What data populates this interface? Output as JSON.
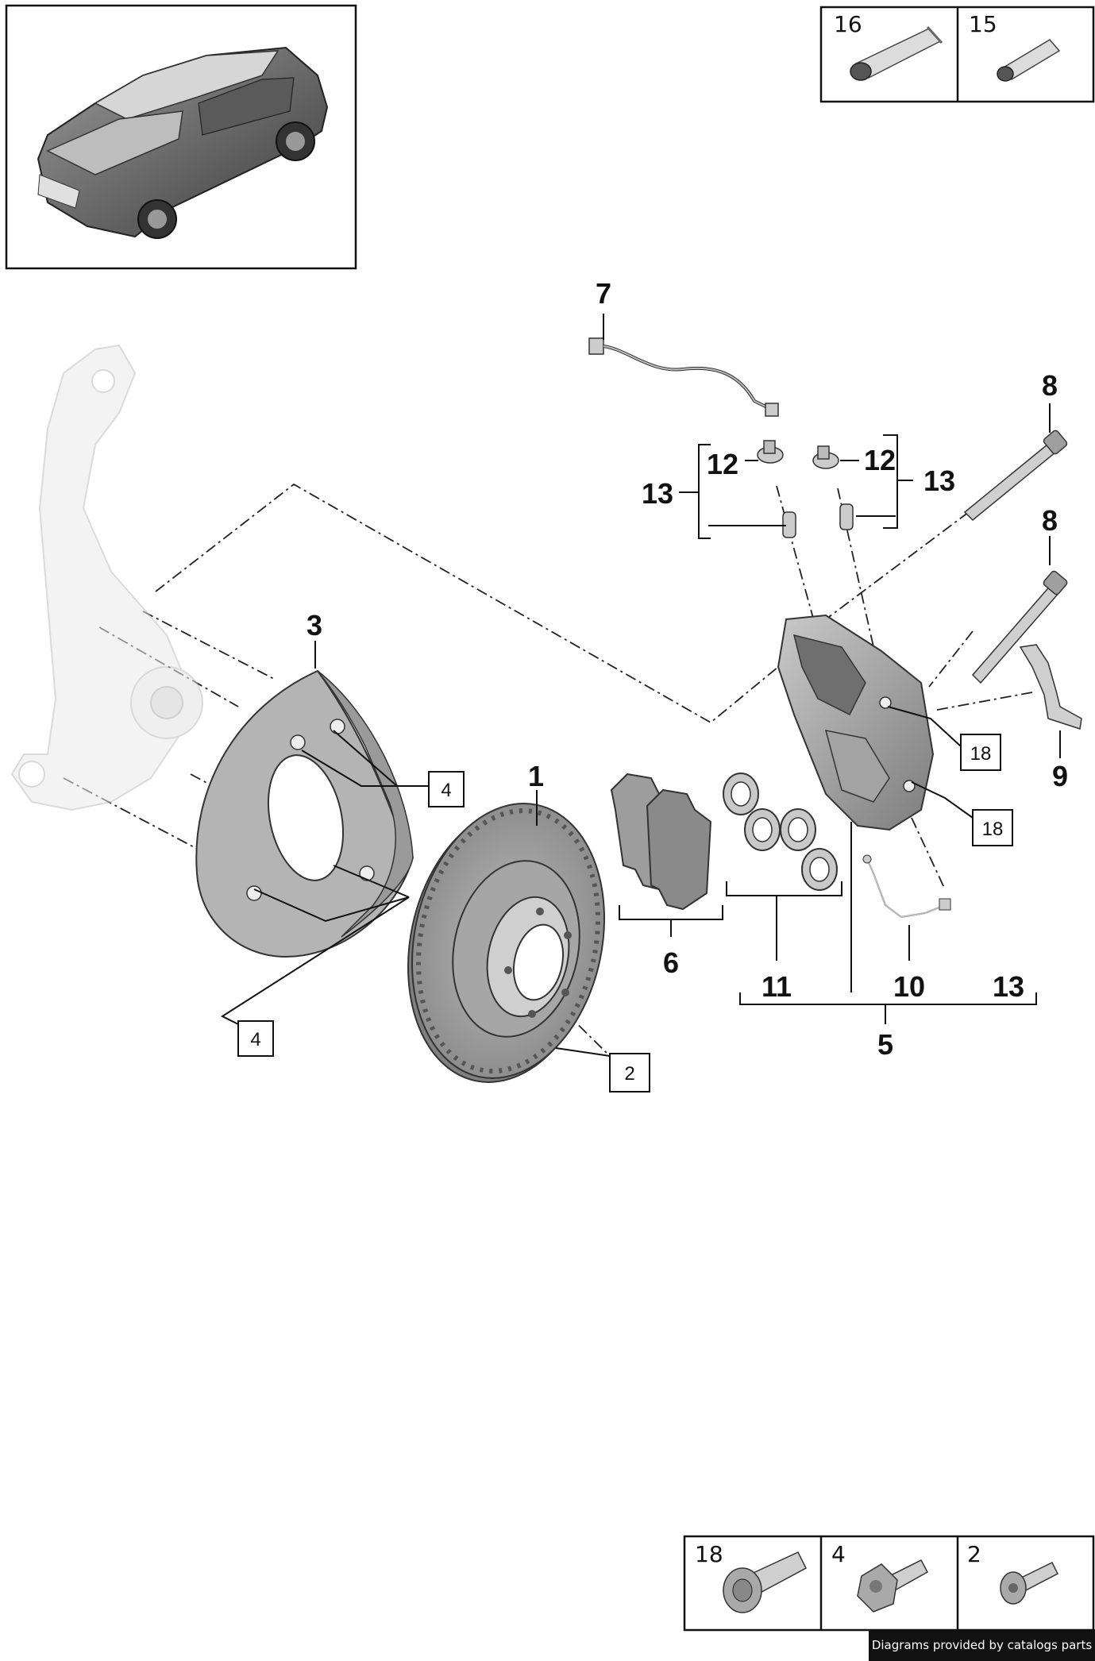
{
  "diagram": {
    "callouts": {
      "c1": "1",
      "c3": "3",
      "c5": "5",
      "c6": "6",
      "c7": "7",
      "c8a": "8",
      "c8b": "8",
      "c9": "9",
      "c10": "10",
      "c11": "11",
      "c12a": "12",
      "c12b": "12",
      "c13a": "13",
      "c13b": "13",
      "c13c": "13"
    },
    "boxed_refs": {
      "r4a": "4",
      "r4b": "4",
      "r2": "2",
      "r18a": "18",
      "r18b": "18"
    },
    "top_legend": [
      {
        "number": "16",
        "icon": "grease-tube-large-icon"
      },
      {
        "number": "15",
        "icon": "grease-tube-small-icon"
      }
    ],
    "bottom_legend": [
      {
        "number": "18",
        "icon": "splined-bolt-icon"
      },
      {
        "number": "4",
        "icon": "torx-bolt-icon"
      },
      {
        "number": "2",
        "icon": "countersunk-screw-icon"
      }
    ],
    "credit": "Diagrams provided by catalogs parts"
  }
}
